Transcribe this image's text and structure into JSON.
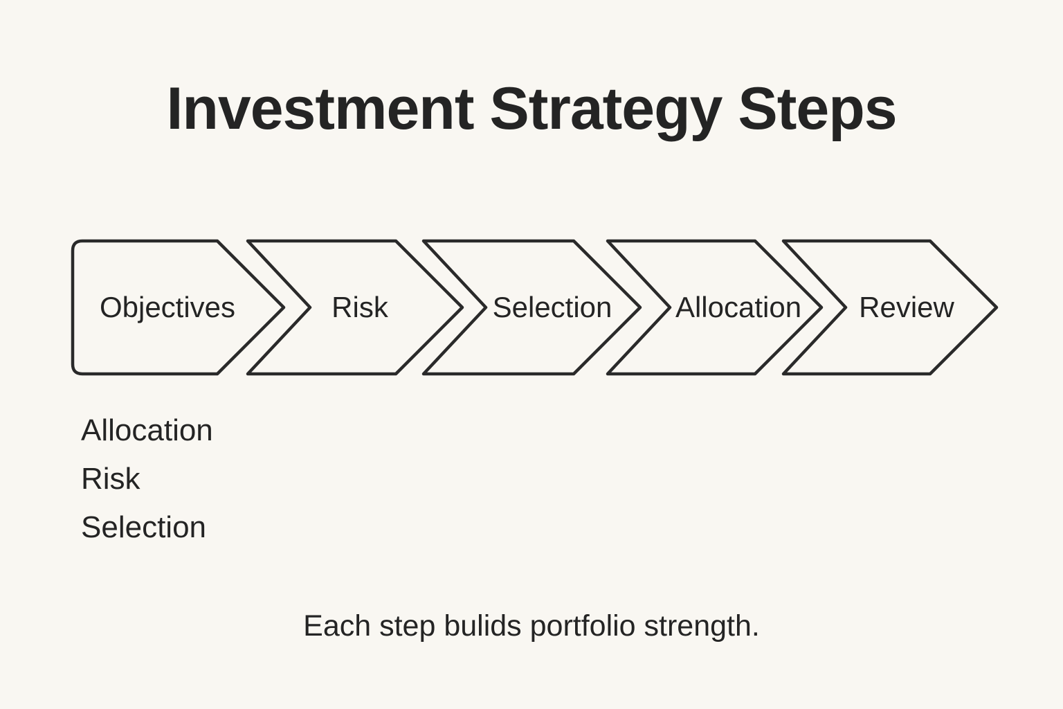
{
  "title": "Investment Strategy Steps",
  "flow": {
    "steps": [
      {
        "label": "Objectives"
      },
      {
        "label": "Risk"
      },
      {
        "label": "Selection"
      },
      {
        "label": "Allocation"
      },
      {
        "label": "Review"
      }
    ]
  },
  "side_list": {
    "items": [
      {
        "label": "Allocation"
      },
      {
        "label": "Risk"
      },
      {
        "label": "Selection"
      }
    ]
  },
  "caption": "Each step bulids portfolio strength.",
  "colors": {
    "background": "#f9f7f2",
    "outline": "#2a2a2a",
    "text": "#242424"
  }
}
